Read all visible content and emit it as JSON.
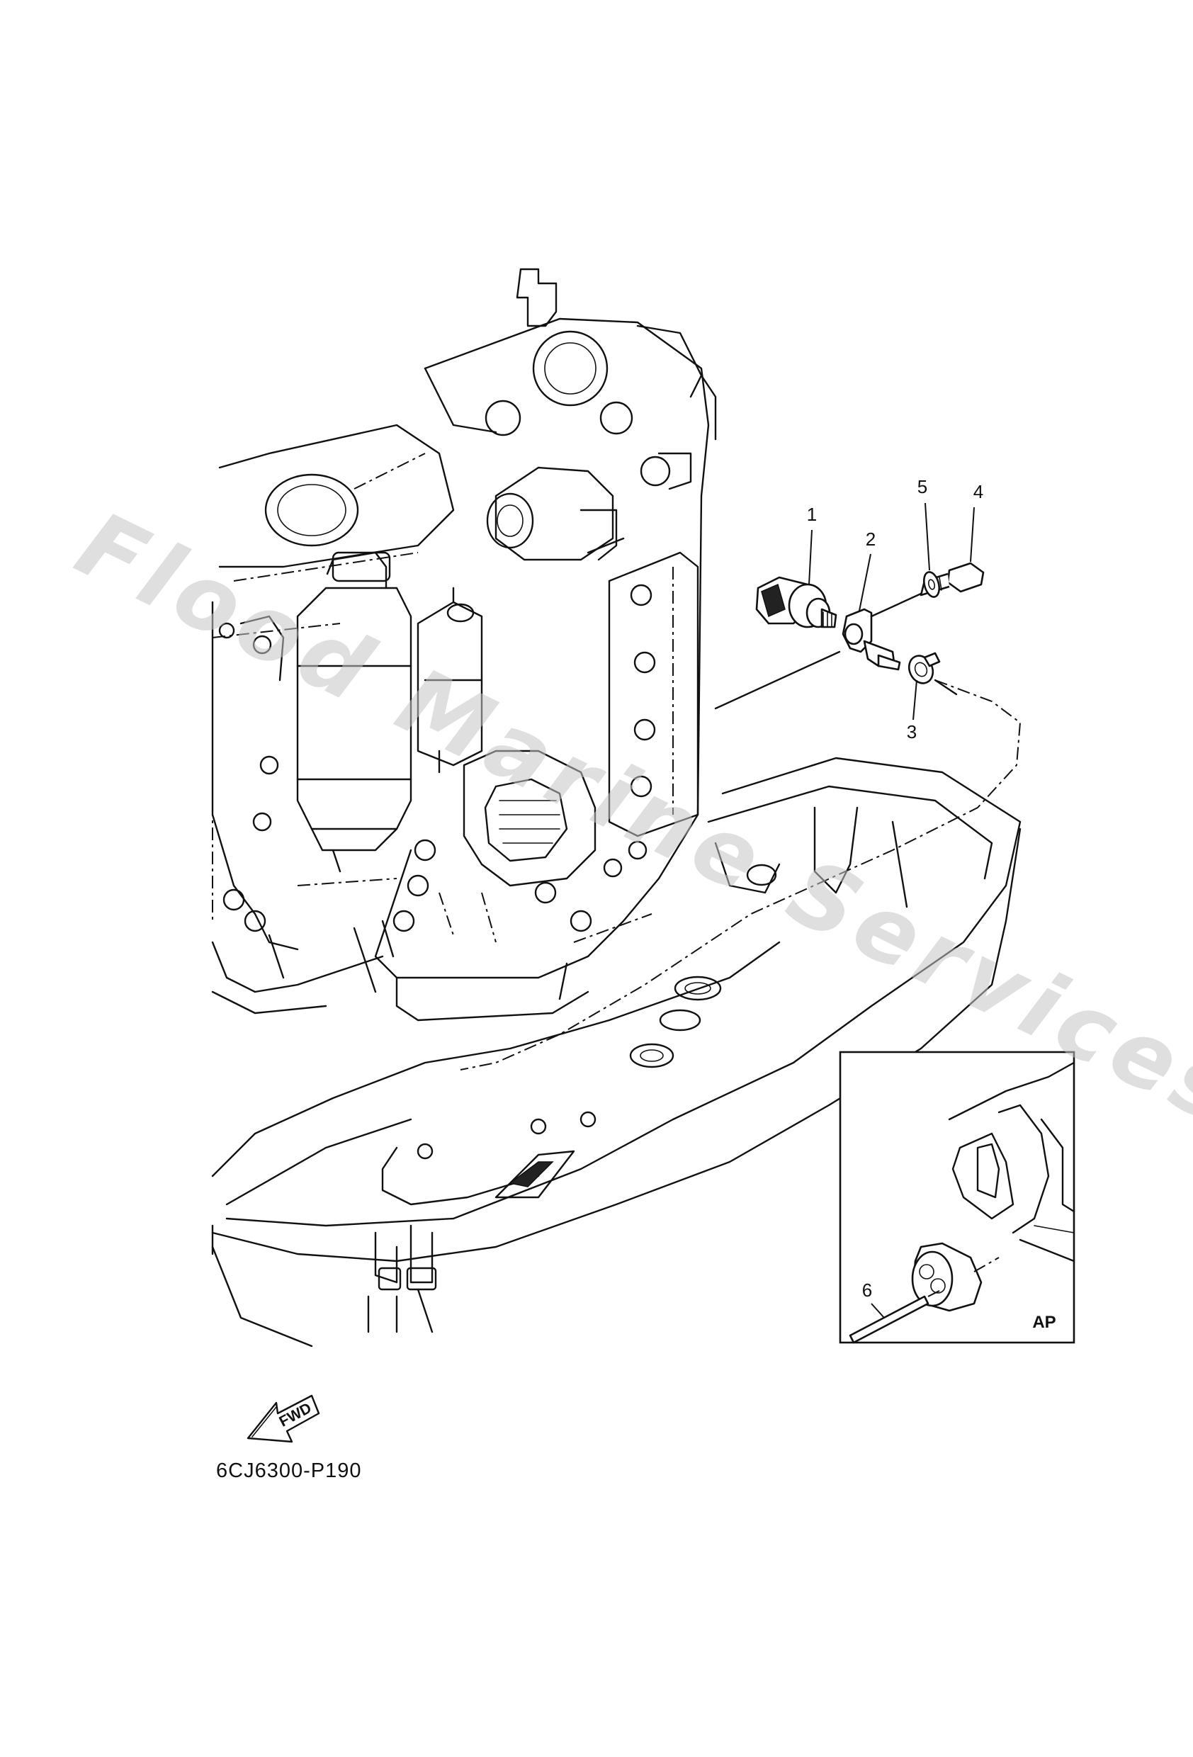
{
  "callouts": [
    {
      "number": "1"
    },
    {
      "number": "2"
    },
    {
      "number": "3"
    },
    {
      "number": "4"
    },
    {
      "number": "5"
    },
    {
      "number": "6"
    }
  ],
  "inset": {
    "label": "AP"
  },
  "fwd_arrow": {
    "text": "FWD"
  },
  "diagram_code": "6CJ6300-P190",
  "watermark": "Flood Marine Services",
  "line_color": "#111111",
  "watermark_color": "#c4c4c4"
}
